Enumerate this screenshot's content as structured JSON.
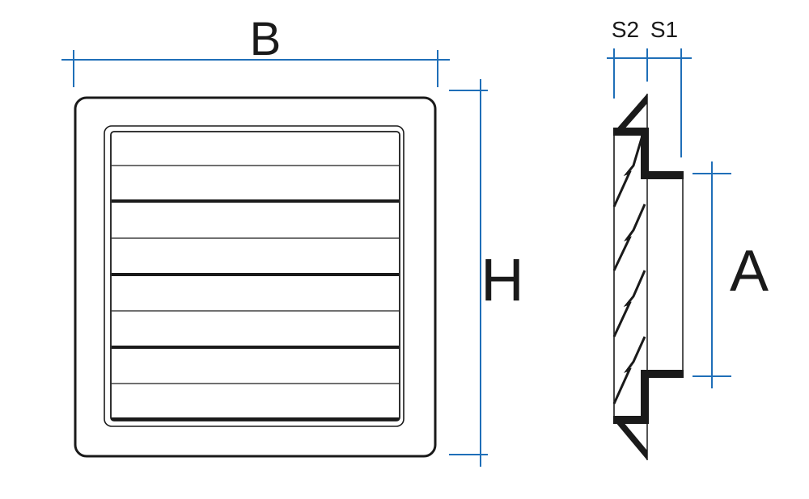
{
  "diagram": {
    "type": "technical-drawing",
    "subject": "louvered ventilation grille",
    "colors": {
      "dimension_lines": "#1f6fb8",
      "outline": "#1a1a1a",
      "background": "#ffffff"
    },
    "front_view": {
      "dimensions": {
        "width_label": "B",
        "height_label": "H"
      },
      "louver_count": 4
    },
    "side_view": {
      "dimensions": {
        "depth_label_outer": "S2",
        "depth_label_inner": "S1",
        "spigot_label": "A"
      },
      "louver_count": 4
    }
  }
}
